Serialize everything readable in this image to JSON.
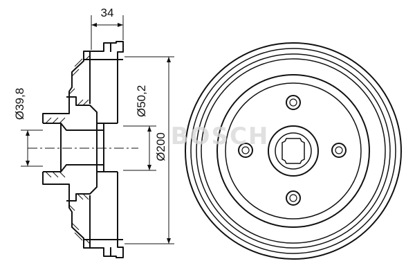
{
  "dimensions": {
    "width_label": "34",
    "bore_diameter_label": "Ø39,8",
    "hub_diameter_label": "Ø50,2",
    "outer_diameter_label": "Ø200"
  },
  "watermark": {
    "text": "BOSCH"
  },
  "colors": {
    "line": "#111111",
    "watermark": "#d6d6d6",
    "background": "#ffffff"
  }
}
